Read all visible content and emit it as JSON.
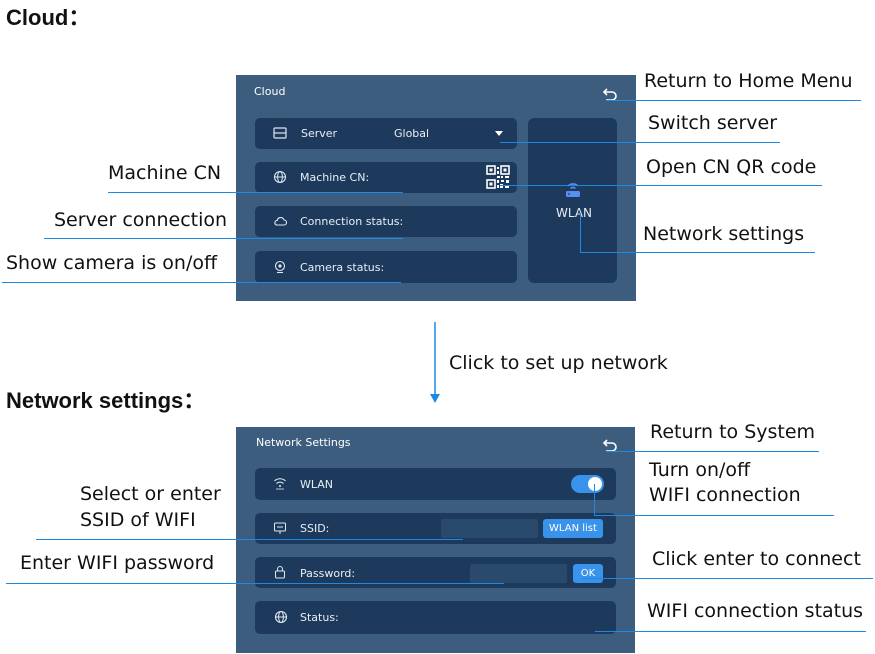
{
  "headings": {
    "cloud": "Cloud：",
    "network": "Network settings："
  },
  "cloud_panel": {
    "title": "Cloud",
    "server_label": "Server",
    "server_value": "Global",
    "machine_cn_label": "Machine CN:",
    "connection_status_label": "Connection status:",
    "camera_status_label": "Camera status:",
    "wlan_label": "WLAN"
  },
  "network_panel": {
    "title": "Network Settings",
    "wlan_label": "WLAN",
    "wlan_toggle_on": true,
    "ssid_label": "SSID:",
    "ssid_value": "",
    "wlan_list_button": "WLAN list",
    "password_label": "Password:",
    "password_value": "",
    "ok_button": "OK",
    "status_label": "Status:"
  },
  "annotations": {
    "return_home": "Return to Home Menu",
    "switch_server": "Switch server",
    "machine_cn": "Machine CN",
    "open_cn_qr": "Open CN QR code",
    "server_connection": "Server connection",
    "network_settings": "Network settings",
    "show_camera": "Show camera is on/off",
    "click_setup": "Click to set up network",
    "return_system": "Return to System",
    "turn_wifi_1": "Turn on/off",
    "turn_wifi_2": "WIFI connection",
    "select_ssid_1": "Select or enter",
    "select_ssid_2": "SSID of WIFI",
    "enter_password": "Enter WIFI password",
    "click_enter": "Click enter to connect",
    "wifi_status": "WIFI connection status"
  },
  "colors": {
    "panel_bg": "#3d5d7e",
    "row_bg": "#1d3a5c",
    "accent": "#3a93ea",
    "leader": "#1e88e5"
  }
}
